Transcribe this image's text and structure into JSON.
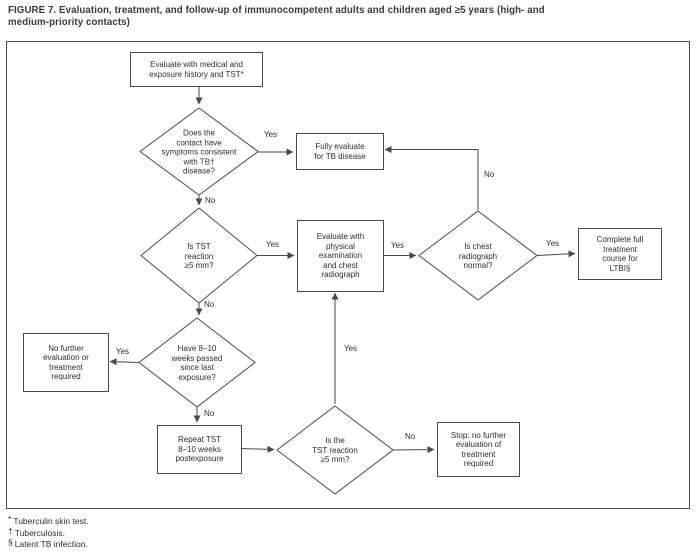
{
  "title": "FIGURE 7. Evaluation, treatment, and follow-up of immunocompetent adults and children aged ≥5 years (high- and\nmedium-priority contacts)",
  "colors": {
    "line": "#4a4a4a",
    "text": "#2e2e2e"
  },
  "nodes": {
    "evaluate_history": "Evaluate with medical and\nexposure history and TST*",
    "symptoms": "Does the\ncontact have\nsymptoms consistent\nwith TB†\ndisease?",
    "fully_evaluate": "Fully evaluate\nfor TB disease",
    "tst_reaction": "Is TST\nreaction\n≥5 mm?",
    "physical_exam": "Evaluate with\nphysical\nexamination\nand chest\nradiograph",
    "radiograph_normal": "Is chest\nradiograph\nnormal?",
    "complete_ltbi": "Complete full\ntreatment\ncourse for\nLTBI§",
    "no_further": "No further\nevaluation or\ntreatment\nrequired",
    "weeks_passed": "Have 8–10\nweeks passed\nsince last\nexposure?",
    "repeat_tst": "Repeat TST\n8–10 weeks\npostexposure",
    "tst_reaction_2": "Is the\nTST reaction\n≥5 mm?",
    "stop": "Stop: no further\nevaluation of\ntreatment\nrequired"
  },
  "labels": {
    "symptoms_yes": "Yes",
    "symptoms_no": "No",
    "tst_yes": "Yes",
    "tst_no": "No",
    "physical_yes": "Yes",
    "radiograph_yes": "Yes",
    "radiograph_no": "No",
    "weeks_yes": "Yes",
    "weeks_no": "No",
    "tst2_yes": "Yes",
    "tst2_no": "No"
  },
  "footnotes": [
    {
      "symbol": "*",
      "text": "Tuberculin skin test."
    },
    {
      "symbol": "†",
      "text": "Tuberculosis."
    },
    {
      "symbol": "§",
      "text": "Latent TB infection."
    }
  ]
}
